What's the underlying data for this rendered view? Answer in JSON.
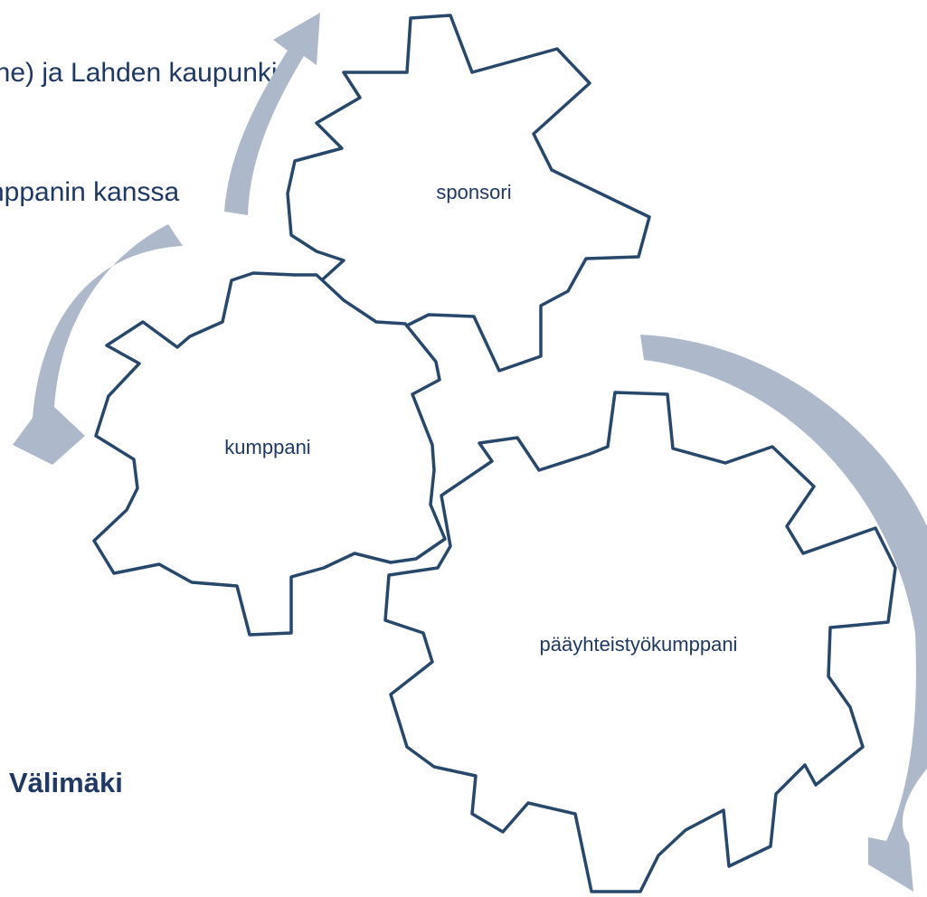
{
  "text_lines": [
    "ine) ja Lahden kaupunki",
    "nppanin kanssa",
    "Välimäki"
  ],
  "gears": [
    {
      "label": "sponsori"
    },
    {
      "label": "kumppani"
    },
    {
      "label": "pääyhteistyökumppani"
    }
  ],
  "colors": {
    "gear_outline": "#27476b",
    "arrow_fill": "#adb9ca",
    "text": "#1f3864"
  }
}
